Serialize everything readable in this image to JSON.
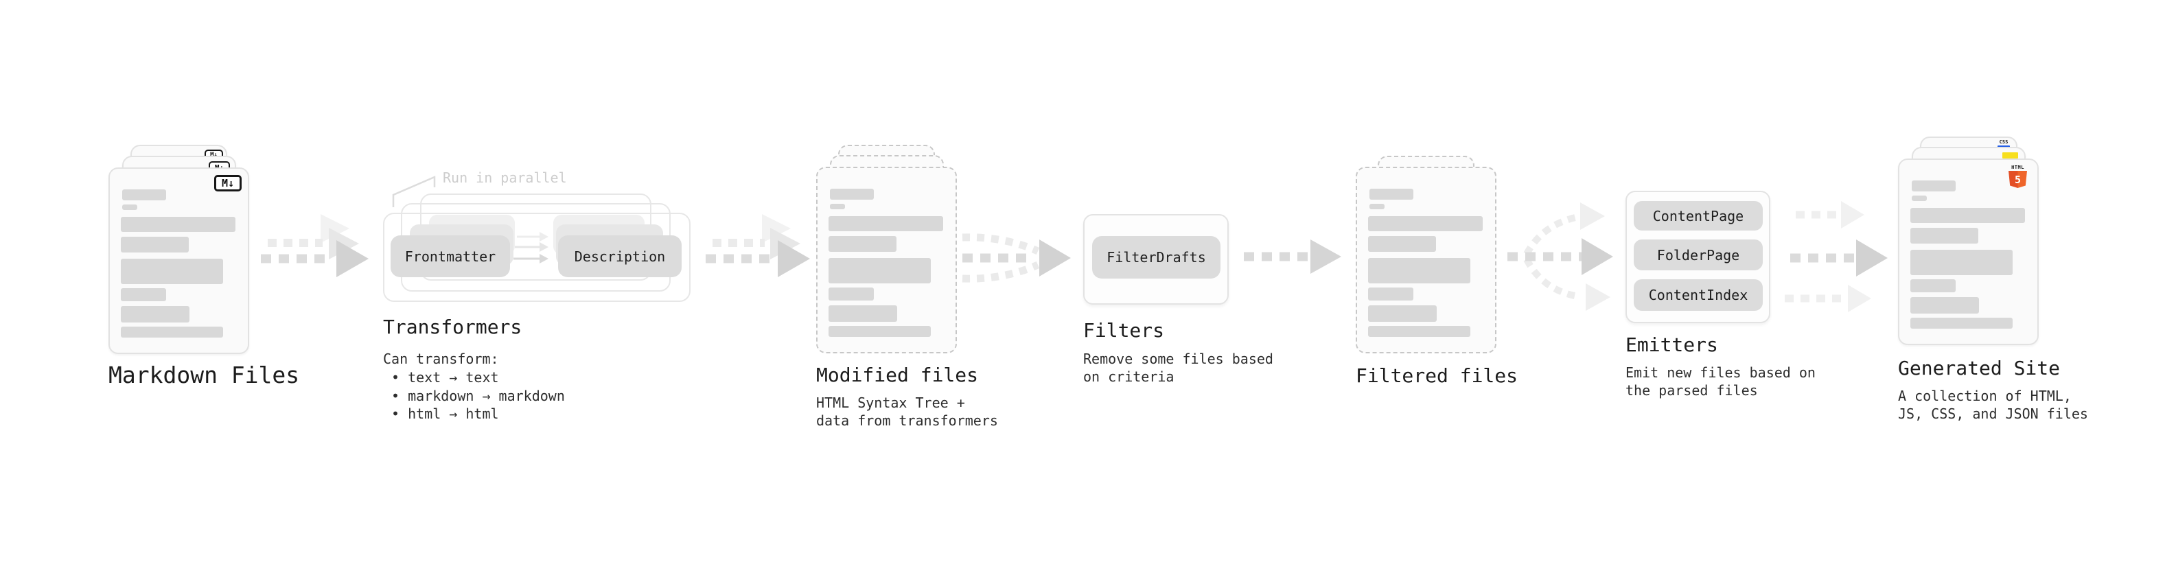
{
  "diagram": {
    "nodes": {
      "markdown_files": {
        "label": "Markdown Files"
      },
      "transformers": {
        "annotation": "Run in parallel",
        "pills": [
          "Frontmatter",
          "Description"
        ],
        "label": "Transformers",
        "caption_intro": "Can transform:",
        "bullets": [
          "text → text",
          "markdown → markdown",
          "html → html"
        ]
      },
      "modified_files": {
        "label": "Modified files",
        "caption": [
          "HTML Syntax Tree +",
          "data from transformers"
        ]
      },
      "filters": {
        "pills": [
          "FilterDrafts"
        ],
        "label": "Filters",
        "caption": [
          "Remove some files based",
          "on criteria"
        ]
      },
      "filtered_files": {
        "label": "Filtered files"
      },
      "emitters": {
        "pills": [
          "ContentPage",
          "FolderPage",
          "ContentIndex"
        ],
        "label": "Emitters",
        "caption": [
          "Emit new files based on",
          "the parsed files"
        ]
      },
      "generated_site": {
        "label": "Generated Site",
        "caption": [
          "A collection of HTML,",
          "JS, CSS, and JSON files"
        ]
      }
    },
    "badges": {
      "markdown": "M↓",
      "css": "CSS",
      "html5_word": "HTML",
      "html5_number": "5"
    },
    "colors": {
      "pill_gray": "#dcdcdc",
      "bar_gray": "#d8d8d8",
      "html5_orange": "#e34f26",
      "js_yellow": "#f7df1e",
      "css_blue": "#2760e6",
      "annotation_gray": "#cdcdcd"
    }
  }
}
